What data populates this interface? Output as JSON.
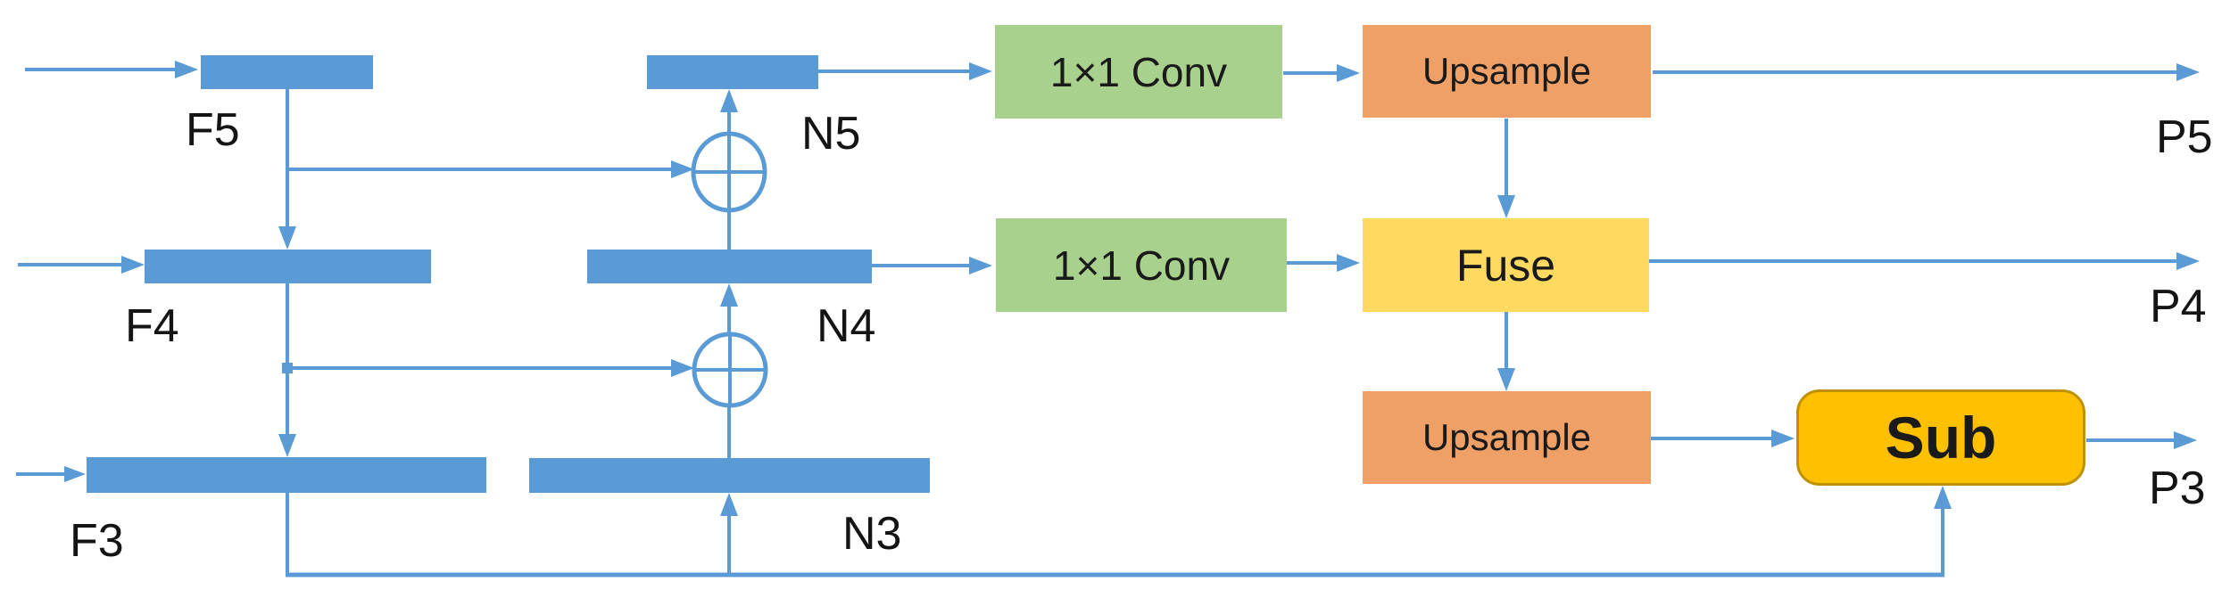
{
  "diagram": {
    "description": "Feature pyramid fusion architecture diagram",
    "feature_labels": {
      "f5": "F5",
      "f4": "F4",
      "f3": "F3",
      "n5": "N5",
      "n4": "N4",
      "n3": "N3"
    },
    "output_labels": {
      "p5": "P5",
      "p4": "P4",
      "p3": "P3"
    },
    "ops": {
      "conv_row1": "1×1 Conv",
      "conv_row2": "1×1 Conv",
      "upsample_row1": "Upsample",
      "fuse": "Fuse",
      "upsample_row3": "Upsample",
      "sub": "Sub"
    },
    "merge_symbol": "circled-plus (element-wise add)",
    "colors": {
      "feature_bar_blue": "#5B9BD5",
      "arrow_blue": "#5B9BD5",
      "conv_green": "#A9D18E",
      "upsample_orange": "#EFA066",
      "fuse_yellow": "#FFD960",
      "sub_amber": "#FFC000",
      "sub_border": "#BF9000",
      "text_dark": "#1A1A1A",
      "background": "#FFFFFF"
    }
  }
}
